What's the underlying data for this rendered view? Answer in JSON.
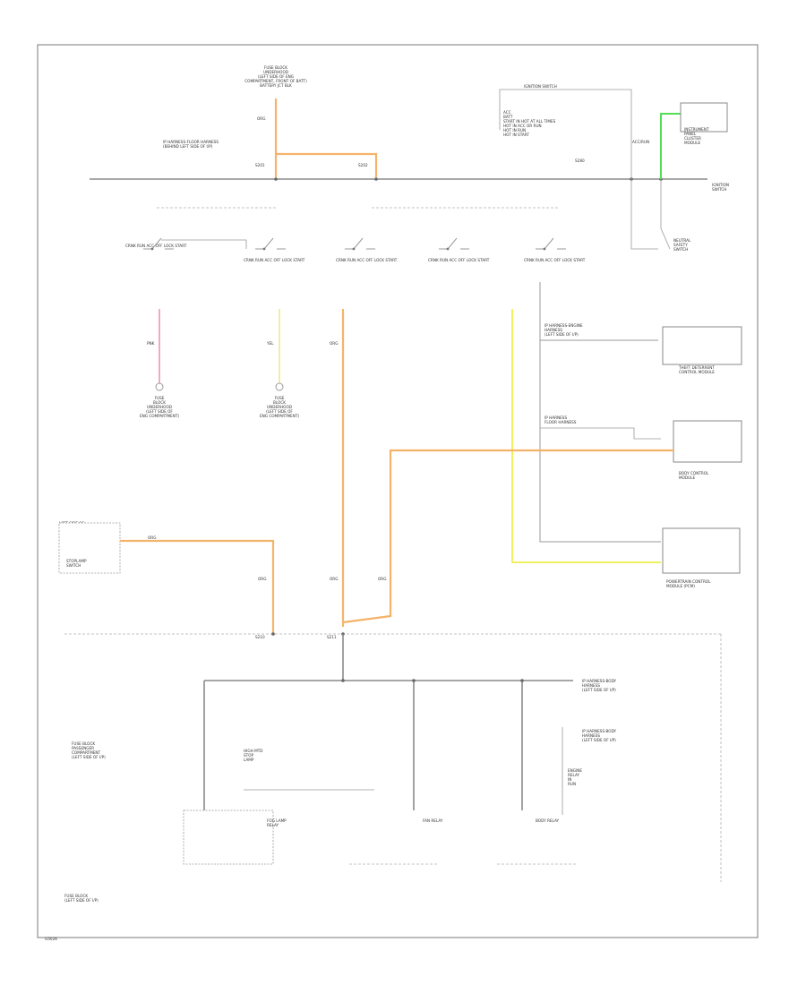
{
  "colors": {
    "orange": "#f5b36a",
    "pink": "#f2a9c9",
    "light_yellow": "#eeeeaa",
    "yellow": "#f0f060",
    "green": "#55dd55",
    "gray": "#8a8a8a"
  },
  "labels": {
    "top_fuse_ref": "FUSE BLOCK\nUNDERHOOD\n(LEFT SIDE OF ENG\nCOMPARTMENT, FRONT OF BATT)\nBATTERY JCT BLK",
    "top_wire_org": "ORG",
    "top_splice_ref": "IP HARNESS-FLOOR HARNESS\n(BEHIND LEFT SIDE OF I/P)",
    "top_conn_left": "S201",
    "top_conn_right": "S202",
    "top_right_switch": "IGNITION SWITCH",
    "top_right_notes": "ACC\nBATT\nSTART IN HOT AT ALL TIMES\nHOT IN ACC OR RUN\nHOT IN RUN\nHOT IN START",
    "top_right_splice": "S280",
    "top_right_acc": "ACC/RUN",
    "top_right_module": "INSTRUMENT\nPANEL\nCLUSTER\nMODULE",
    "right_bus_label": "IGNITION\nSWITCH",
    "right_drop_label": "NEUTRAL\nSAFETY\nSWITCH",
    "sw_terms": "CRNK  RUN  ACC  OFF  LOCK  START",
    "pink_wire": "PNK",
    "lt_yel_wire": "YEL",
    "org_wire": "ORG",
    "pink_dest": "FUSE\nBLOCK\nUNDERHOOD\n(LEFT SIDE OF\nENG COMPARTMENT)",
    "lt_yel_dest": "FUSE\nBLOCK\nUNDERHOOD\n(LEFT SIDE OF\nENG COMPARTMENT)",
    "right_conn_a": "IP HARNESS-ENGINE\nHARNESS\n(LEFT SIDE OF I/P)",
    "right_module_a": "THEFT DETERRENT\nCONTROL MODULE",
    "right_conn_b": "IP HARNESS\nFLOOR HARNESS",
    "right_module_b": "BODY CONTROL\nMODULE",
    "right_module_c": "POWERTRAIN CONTROL\nMODULE (PCM)",
    "left_module_ref": "LEFT SIDE OF\nBEHIND LEFT SIDE\nOF I/P",
    "left_module": "STOPLAMP\nSWITCH",
    "left_wire_org": "ORG",
    "left_vert_org": "ORG",
    "center_vert_org": "ORG",
    "bus_splice_a": "S210",
    "bus_splice_b": "S211",
    "lower_left_ref": "FUSE BLOCK\nPASSENGER\nCOMPARTMENT\n(LEFT SIDE OF I/P)",
    "lower_right_ref_a": "IP HARNESS-BODY\nHARNESS\n(LEFT SIDE OF I/P)",
    "lower_right_ref_b": "IP HARNESS-BODY\nHARNESS\n(LEFT SIDE OF I/P)",
    "center_lamp": "HIGH MTD\nSTOP\nLAMP",
    "relay_1": "FOG LAMP\nRELAY",
    "relay_2": "FAN RELAY",
    "relay_3": "BODY RELAY",
    "relay_right_stack": "ENGINE\nRELAY\nIN\nRUN",
    "bottom_ref": "FUSE BLOCK\n(LEFT SIDE OF I/P)",
    "footer_code": "G5026"
  }
}
